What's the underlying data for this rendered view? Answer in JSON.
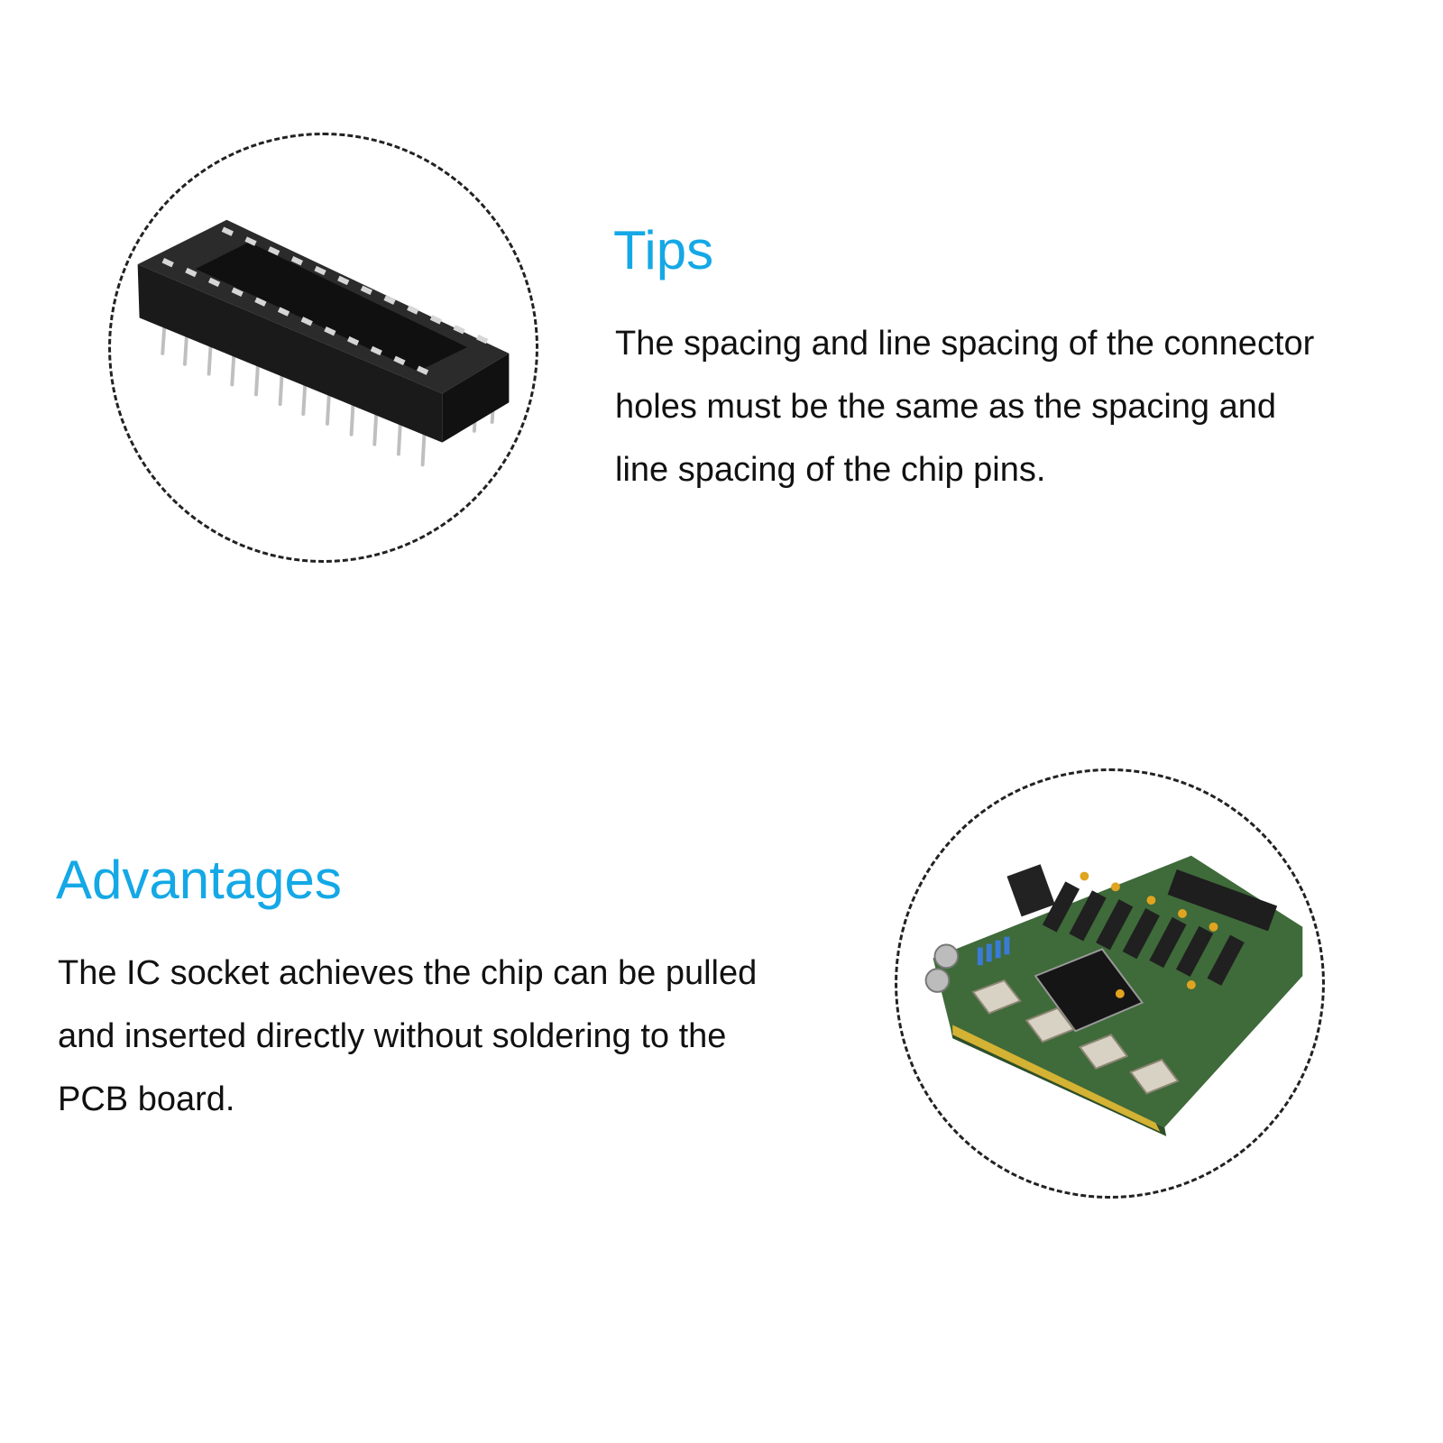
{
  "tips": {
    "title": "Tips",
    "lines": [
      "The spacing and line spacing of the connector",
      "holes must be the same as the spacing and",
      "line spacing of the chip pins."
    ]
  },
  "advantages": {
    "title": "Advantages",
    "lines": [
      "The IC socket achieves the chip can be pulled",
      "and inserted directly without soldering to the",
      "PCB board."
    ]
  },
  "images": {
    "socket": "ic-socket-photo",
    "board": "pcb-board-photo"
  },
  "colors": {
    "heading": "#14a8e6",
    "text": "#111111",
    "dash": "#222222"
  }
}
